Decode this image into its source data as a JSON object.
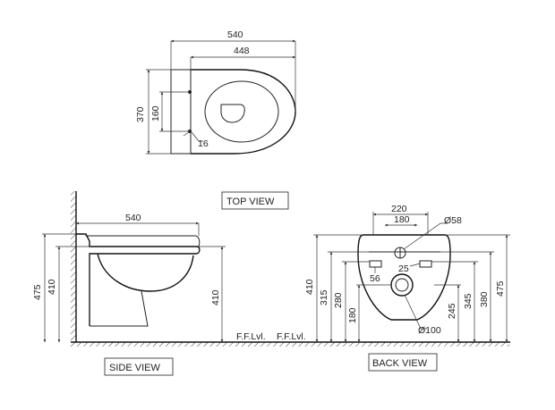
{
  "views": {
    "top": "TOP VIEW",
    "side": "SIDE VIEW",
    "back": "BACK VIEW"
  },
  "floor_label": "F.F.Lvl.",
  "top_view": {
    "overall_length": "540",
    "bowl_length": "448",
    "width": "370",
    "fixing_centers": "160",
    "fixing_hole": "16"
  },
  "side_view": {
    "length": "540",
    "height_total": "475",
    "height_top": "410",
    "height_pan": "410"
  },
  "back_view": {
    "width_outer": "220",
    "width_inner": "180",
    "inlet_dia": "Ø58",
    "h_410": "410",
    "h_315": "315",
    "h_280": "280",
    "h_180": "180",
    "bolt_dia": "56",
    "bolt_offset": "25",
    "outlet_dia": "Ø100",
    "h_245": "245",
    "h_345": "345",
    "h_380": "380",
    "h_475": "475"
  }
}
